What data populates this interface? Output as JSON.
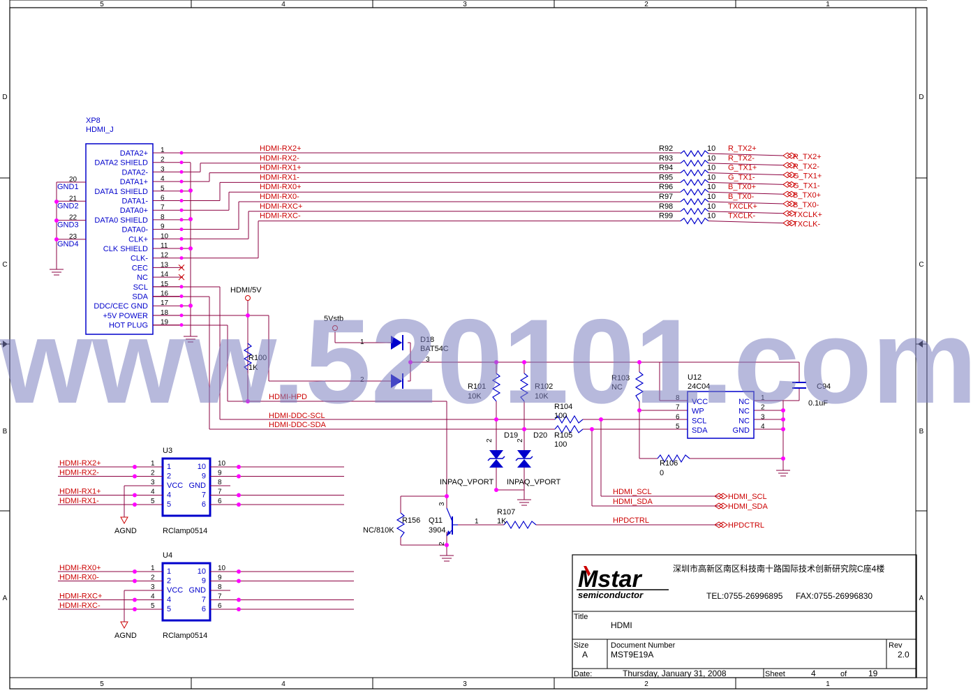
{
  "colors": {
    "frame": "#000000",
    "component": "#0000cc",
    "net": "#cc0000",
    "wire": "#8b0040",
    "junction": "#ff00ff",
    "watermark": "#7b7fc0"
  },
  "frame": {
    "col_labels": [
      "5",
      "4",
      "3",
      "2",
      "1"
    ],
    "row_labels": [
      "D",
      "C",
      "B",
      "A"
    ]
  },
  "watermark": "www.520101.com",
  "hdmi_connector": {
    "ref": "XP8",
    "value": "HDMI_J",
    "pins": [
      {
        "name": "DATA2+",
        "num": "1"
      },
      {
        "name": "DATA2 SHIELD",
        "num": "2"
      },
      {
        "name": "DATA2-",
        "num": "3"
      },
      {
        "name": "DATA1+",
        "num": "4"
      },
      {
        "name": "DATA1 SHIELD",
        "num": "5"
      },
      {
        "name": "DATA1-",
        "num": "6"
      },
      {
        "name": "DATA0+",
        "num": "7"
      },
      {
        "name": "DATA0 SHIELD",
        "num": "8"
      },
      {
        "name": "DATA0-",
        "num": "9"
      },
      {
        "name": "CLK+",
        "num": "10"
      },
      {
        "name": "CLK SHIELD",
        "num": "11"
      },
      {
        "name": "CLK-",
        "num": "12"
      },
      {
        "name": "CEC",
        "num": "13"
      },
      {
        "name": "NC",
        "num": "14"
      },
      {
        "name": "SCL",
        "num": "15"
      },
      {
        "name": "SDA",
        "num": "16"
      },
      {
        "name": "DDC/CEC GND",
        "num": "17"
      },
      {
        "name": "+5V POWER",
        "num": "18"
      },
      {
        "name": "HOT PLUG",
        "num": "19"
      }
    ],
    "gnd_pins": [
      {
        "name": "GND1",
        "num": "20"
      },
      {
        "name": "GND2",
        "num": "21"
      },
      {
        "name": "GND3",
        "num": "22"
      },
      {
        "name": "GND4",
        "num": "23"
      }
    ]
  },
  "rx_nets": [
    "HDMI-RX2+",
    "HDMI-RX2-",
    "HDMI-RX1+",
    "HDMI-RX1-",
    "HDMI-RX0+",
    "HDMI-RX0-",
    "HDMI-RXC+",
    "HDMI-RXC-"
  ],
  "series_resistors": [
    {
      "ref": "R92",
      "value": "10",
      "net": "R_TX2+",
      "port": "R_TX2+"
    },
    {
      "ref": "R93",
      "value": "10",
      "net": "R_TX2-",
      "port": "R_TX2-"
    },
    {
      "ref": "R94",
      "value": "10",
      "net": "G_TX1+",
      "port": "G_TX1+"
    },
    {
      "ref": "R95",
      "value": "10",
      "net": "G_TX1-",
      "port": "G_TX1-"
    },
    {
      "ref": "R96",
      "value": "10",
      "net": "B_TX0+",
      "port": "B_TX0+"
    },
    {
      "ref": "R97",
      "value": "10",
      "net": "B_TX0-",
      "port": "B_TX0-"
    },
    {
      "ref": "R98",
      "value": "10",
      "net": "TXCLK+",
      "port": "TXCLK+"
    },
    {
      "ref": "R99",
      "value": "10",
      "net": "TXCLK-",
      "port": "TXCLK-"
    }
  ],
  "power": {
    "hdmi5v": "HDMI/5V",
    "vstb": "5Vstb",
    "agnd": "AGND"
  },
  "parts": {
    "r100": {
      "ref": "R100",
      "value": "1K"
    },
    "d18": {
      "ref": "D18",
      "value": "BAT54C",
      "pin1": "1",
      "pin2": "2",
      "pin3": "3"
    },
    "r101": {
      "ref": "R101",
      "value": "10K"
    },
    "r102": {
      "ref": "R102",
      "value": "10K"
    },
    "r103": {
      "ref": "R103",
      "value": "NC"
    },
    "r104": {
      "ref": "R104",
      "value": "100"
    },
    "r105": {
      "ref": "R105",
      "value": "100"
    },
    "r106": {
      "ref": "R106",
      "value": "0"
    },
    "r107": {
      "ref": "R107",
      "value": "1K"
    },
    "r156": {
      "ref": "R156",
      "value": "NC/810K"
    },
    "d19": {
      "ref": "D19",
      "value": "INPAQ_VPORT"
    },
    "d20": {
      "ref": "D20",
      "value": "INPAQ_VPORT"
    },
    "q11": {
      "ref": "Q11",
      "value": "3904",
      "pin1": "1",
      "pin2": "2",
      "pin3": "3"
    },
    "c94": {
      "ref": "C94",
      "value": "0.1uF"
    },
    "u12": {
      "ref": "U12",
      "value": "24C04",
      "left_pins": [
        {
          "name": "VCC",
          "num": "8"
        },
        {
          "name": "WP",
          "num": "7"
        },
        {
          "name": "SCL",
          "num": "6"
        },
        {
          "name": "SDA",
          "num": "5"
        }
      ],
      "right_pins": [
        {
          "name": "NC",
          "num": "1"
        },
        {
          "name": "NC",
          "num": "2"
        },
        {
          "name": "NC",
          "num": "3"
        },
        {
          "name": "GND",
          "num": "4"
        }
      ]
    }
  },
  "nets": {
    "hpd": "HDMI-HPD",
    "ddc_scl": "HDMI-DDC-SCL",
    "ddc_sda": "HDMI-DDC-SDA",
    "scl": "HDMI_SCL",
    "sda": "HDMI_SDA",
    "hpdctrl": "HPDCTRL"
  },
  "ports": {
    "scl": "HDMI_SCL",
    "sda": "HDMI_SDA",
    "hpdctrl": "HPDCTRL"
  },
  "clamps": [
    {
      "ref": "U3",
      "value": "RClamp0514",
      "left": [
        {
          "net": "HDMI-RX2+",
          "pin": "1",
          "inner": "1"
        },
        {
          "net": "HDMI-RX2-",
          "pin": "2",
          "inner": "2"
        },
        {
          "net": "",
          "pin": "3",
          "inner": "VCC"
        },
        {
          "net": "HDMI-RX1+",
          "pin": "4",
          "inner": "4"
        },
        {
          "net": "HDMI-RX1-",
          "pin": "5",
          "inner": "5"
        }
      ],
      "right": [
        {
          "pin": "10",
          "inner": "10"
        },
        {
          "pin": "9",
          "inner": "9"
        },
        {
          "pin": "8",
          "inner": "GND"
        },
        {
          "pin": "7",
          "inner": "7"
        },
        {
          "pin": "6",
          "inner": "6"
        }
      ]
    },
    {
      "ref": "U4",
      "value": "RClamp0514",
      "left": [
        {
          "net": "HDMI-RX0+",
          "pin": "1",
          "inner": "1"
        },
        {
          "net": "HDMI-RX0-",
          "pin": "2",
          "inner": "2"
        },
        {
          "net": "",
          "pin": "3",
          "inner": "VCC"
        },
        {
          "net": "HDMI-RXC+",
          "pin": "4",
          "inner": "4"
        },
        {
          "net": "HDMI-RXC-",
          "pin": "5",
          "inner": "5"
        }
      ],
      "right": [
        {
          "pin": "10",
          "inner": "10"
        },
        {
          "pin": "9",
          "inner": "9"
        },
        {
          "pin": "8",
          "inner": "GND"
        },
        {
          "pin": "7",
          "inner": "7"
        },
        {
          "pin": "6",
          "inner": "6"
        }
      ]
    }
  ],
  "title_block": {
    "logo_main": "Mstar",
    "logo_sub": "semiconductor",
    "address": "深圳市高新区南区科技南十路国际技术创新研究院C座4楼",
    "tel": "TEL:0755-26996895",
    "fax": "FAX:0755-26996830",
    "title_label": "Title",
    "title": "HDMI",
    "size_label": "Size",
    "size": "A",
    "docnum_label": "Document Number",
    "docnum": "MST9E19A",
    "rev_label": "Rev",
    "rev": "2.0",
    "date_label": "Date:",
    "date": "Thursday, January 31, 2008",
    "sheet_label": "Sheet",
    "sheet": "4",
    "of_label": "of",
    "sheet_total": "19"
  }
}
